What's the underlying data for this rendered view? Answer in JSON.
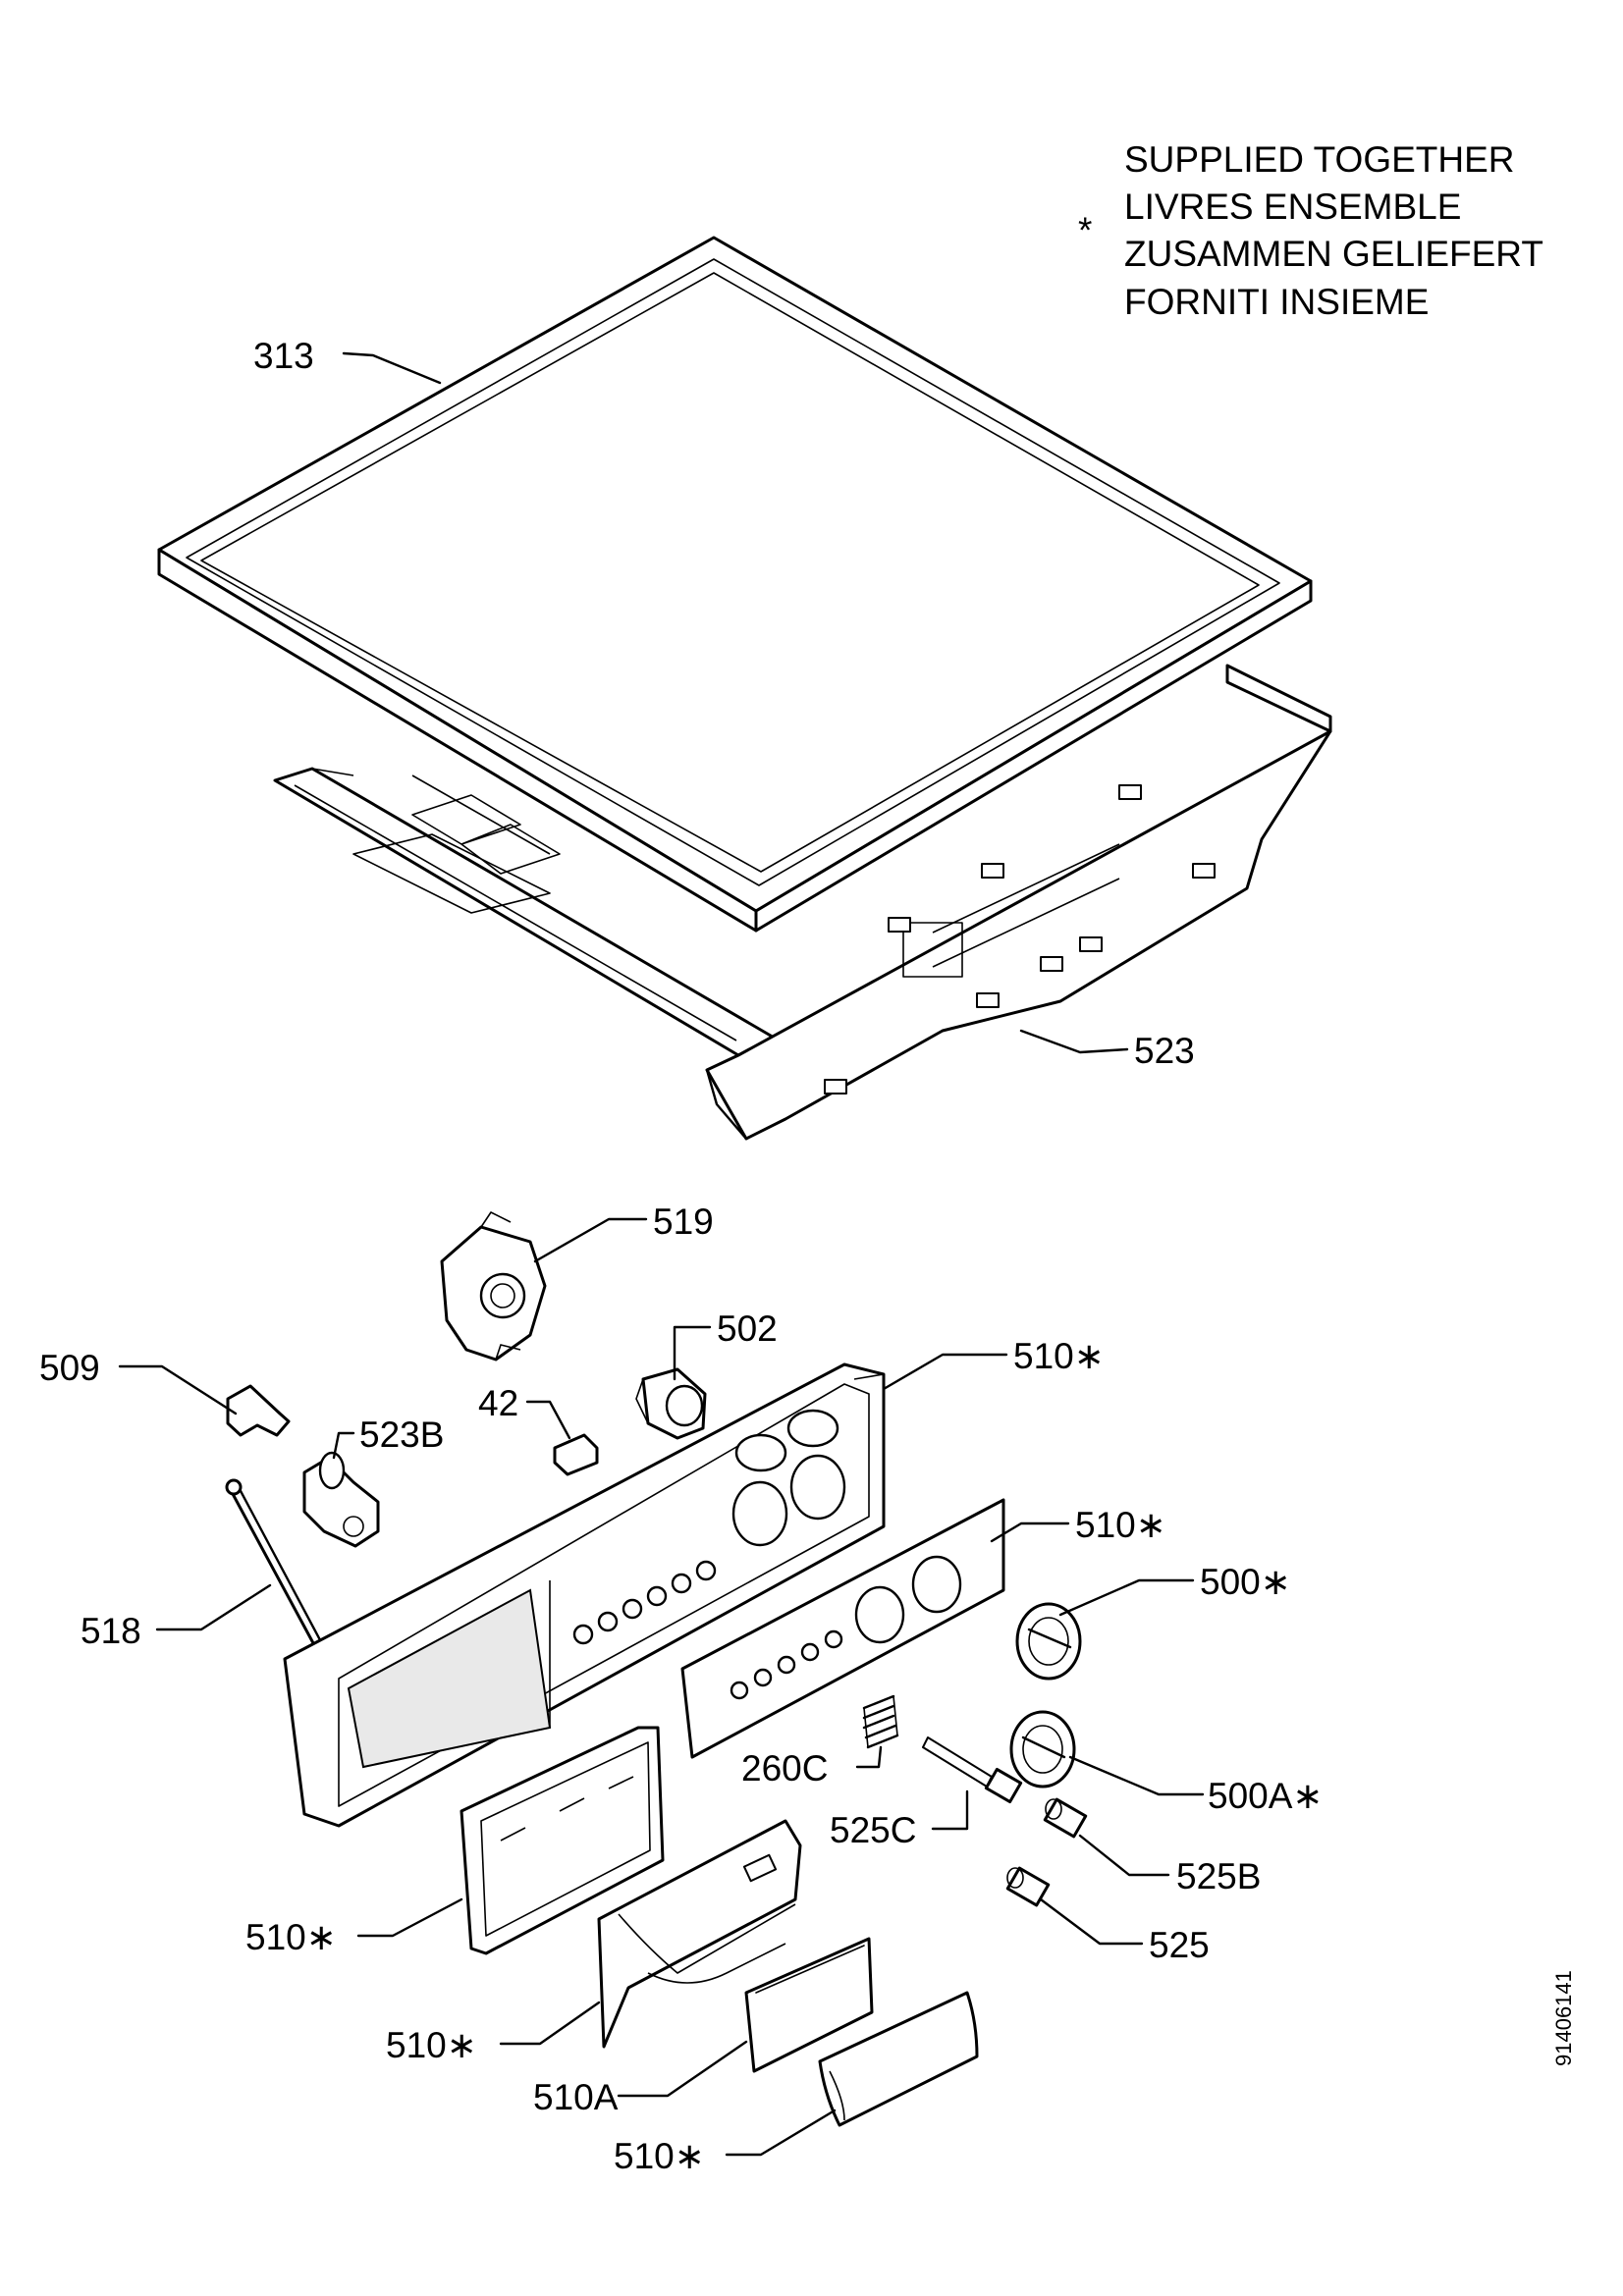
{
  "legend": {
    "symbol": "*",
    "lines": [
      "SUPPLIED TOGETHER",
      "LIVRES ENSEMBLE",
      "ZUSAMMEN GELIEFERT",
      "FORNITI INSIEME"
    ]
  },
  "callouts": {
    "p313": "313",
    "p523": "523",
    "p519": "519",
    "p502": "502",
    "p509": "509",
    "p42": "42",
    "p523b": "523B",
    "p510_top": "510∗",
    "p510_mid": "510∗",
    "p500": "500∗",
    "p518": "518",
    "p260c": "260C",
    "p500a": "500A∗",
    "p525c": "525C",
    "p525b": "525B",
    "p525": "525",
    "p510_left": "510∗",
    "p510_lower": "510∗",
    "p510a": "510A",
    "p510_bottom": "510∗"
  },
  "doc_number": "91406141"
}
